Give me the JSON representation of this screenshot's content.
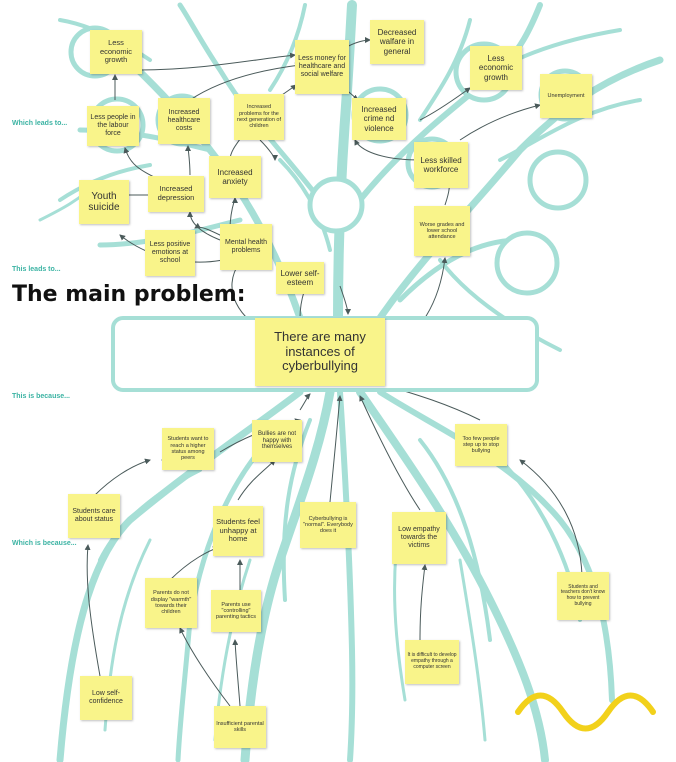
{
  "side_labels": {
    "which_leads_to": "Which leads to...",
    "this_leads_to": "This leads to...",
    "this_is_because": "This is because...",
    "which_is_because": "Which is because..."
  },
  "main_title": "The main problem:",
  "main_problem": "There are many instances of cyberbullying",
  "notes": {
    "less_economic_growth_1": "Less economic growth",
    "less_people_labour": "Less people in the labour force",
    "increased_healthcare": "Increased healthcare costs",
    "increased_problems_next_gen": "Increased problems for the next generation of children",
    "less_money_healthcare": "Less money for healthcare and social welfare",
    "decreased_welfare": "Decreased walfare in general",
    "less_economic_growth_2": "Less economic growth",
    "unemployment": "Unemployment",
    "increased_crime": "Increased crime nd violence",
    "youth_suicide": "Youth suicide",
    "increased_depression": "Increased depression",
    "increased_anxiety": "Increased anxiety",
    "less_skilled_workforce": "Less skilled workforce",
    "worse_grades": "Worse grades and lower school attendance",
    "less_positive_emotions": "Less positive emotions at school",
    "mental_health": "Mental health problems",
    "lower_self_esteem": "Lower self-esteem",
    "students_higher_status": "Students want to reach a higher status among peers",
    "bullies_not_happy": "Bullies are not happy with themselves",
    "too_few_people": "Too few people step up to stop bullying",
    "students_care_status": "Students care about status",
    "students_unhappy_home": "Students feel unhappy at home",
    "cyberbullying_normal": "Cyberbullying is \"normal\". Everybody does it",
    "low_empathy": "Low empathy towards the victims",
    "parents_no_warmth": "Parents do not display \"warmth\" towards their children",
    "parents_controlling": "Parents use \"controlling\" parenting tactics",
    "students_teachers_dont_know": "Students and teachers don't know how to prevent bullying",
    "difficult_empathy": "It is difficult to develop empathy through a computer screen",
    "low_self_confidence": "Low self-confidence",
    "insufficient_parental": "Insufficient parental skills"
  },
  "colors": {
    "branch": "#a6dfd6",
    "note": "#f9f48a",
    "arrow": "#4a5a5a",
    "label": "#3bb3a3",
    "wave": "#f2d11b"
  }
}
